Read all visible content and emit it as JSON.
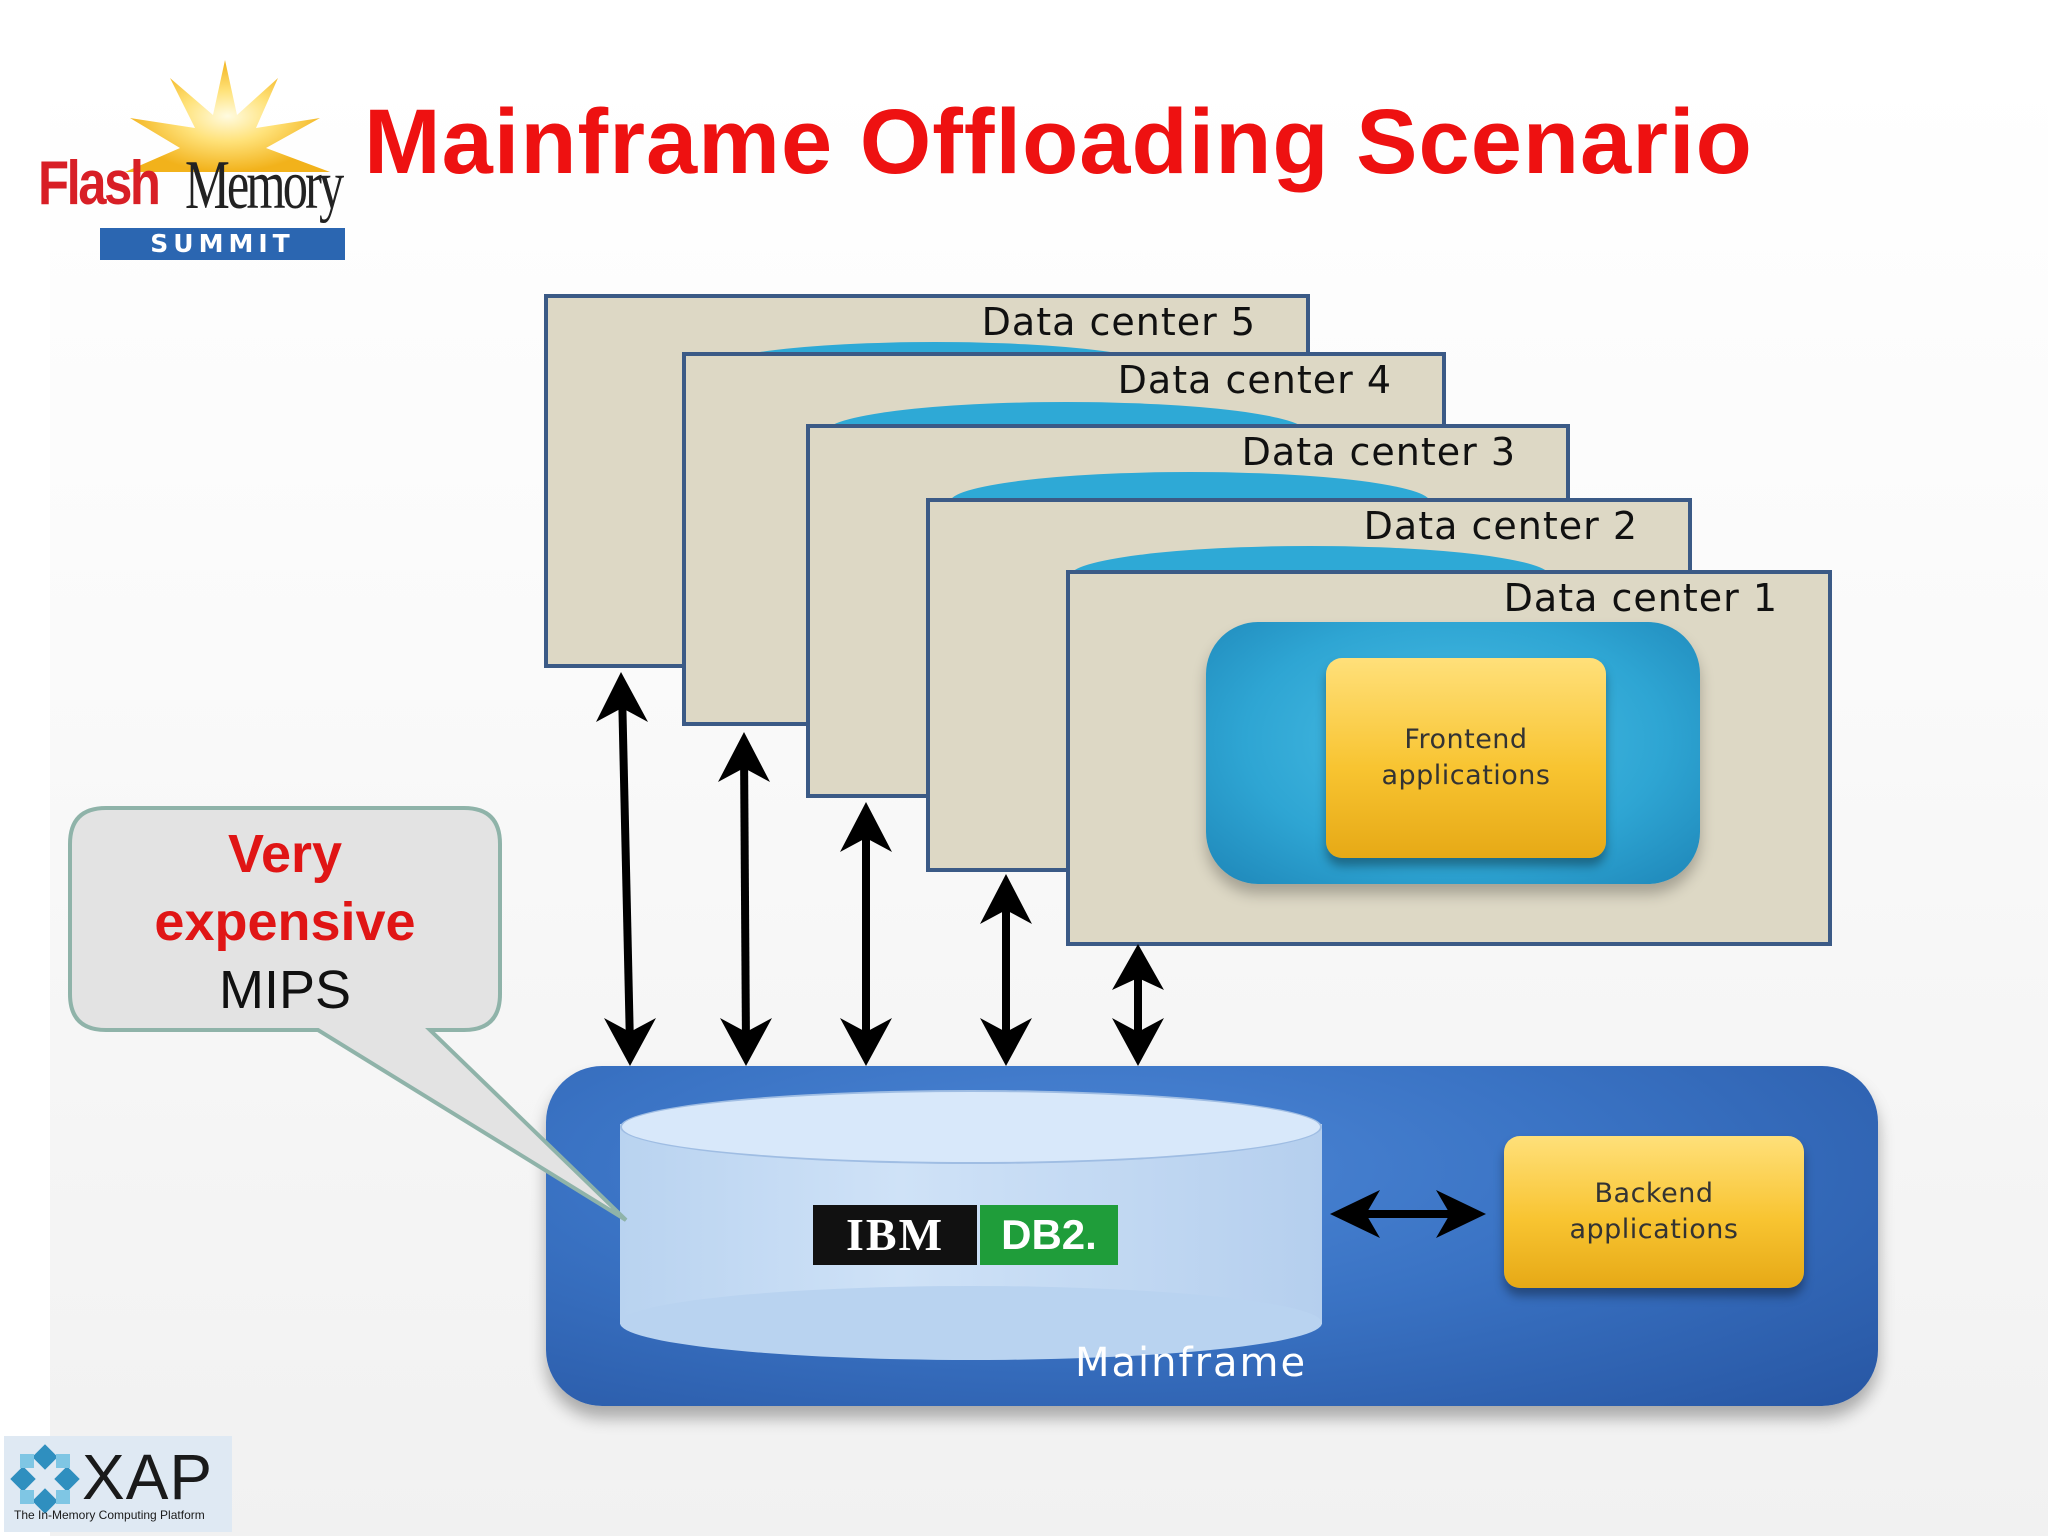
{
  "title": "Mainframe Offloading Scenario",
  "logos": {
    "flash_memory_summit": {
      "flash": "Flash",
      "memory": "Memory",
      "summit": "SUMMIT"
    },
    "xap": {
      "name": "XAP",
      "tagline": "The In-Memory Computing Platform"
    },
    "ibm": "IBM",
    "db2": "DB2."
  },
  "data_centers": [
    {
      "label": "Data center 5"
    },
    {
      "label": "Data center 4"
    },
    {
      "label": "Data center 3"
    },
    {
      "label": "Data center 2"
    },
    {
      "label": "Data center 1"
    }
  ],
  "frontend": {
    "label": "Frontend\napplications"
  },
  "backend": {
    "label": "Backend\napplications"
  },
  "mainframe": {
    "label": "Mainframe"
  },
  "callout": {
    "line1": "Very",
    "line2": "expensive",
    "line3": "MIPS"
  },
  "colors": {
    "title": "#ee1111",
    "panel": "#ddd8c5",
    "panel_border": "#3b5a86",
    "cyan": "#2ea9d6",
    "mainframe": "#3a73c4",
    "app_box": "#f8c431",
    "callout_fill": "#e4e4e4",
    "callout_border": "#8fb3a9"
  }
}
